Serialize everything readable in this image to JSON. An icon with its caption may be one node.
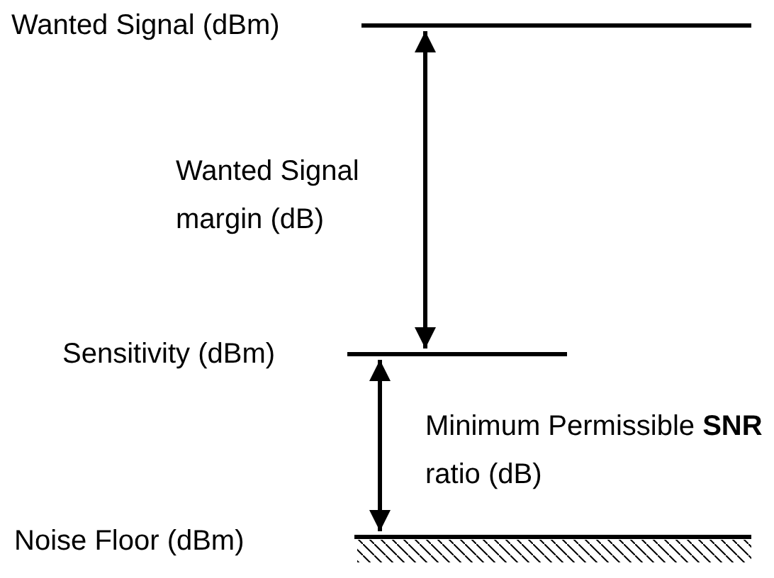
{
  "diagram": {
    "labels": [
      "Wanted Signal (dBm)",
      "Wanted Signal margin (dB)",
      "Sensitivity (dBm)",
      "Minimum Permissible **SNR** ratio (dB)",
      "Noise Floor (dBm)"
    ]
  }
}
